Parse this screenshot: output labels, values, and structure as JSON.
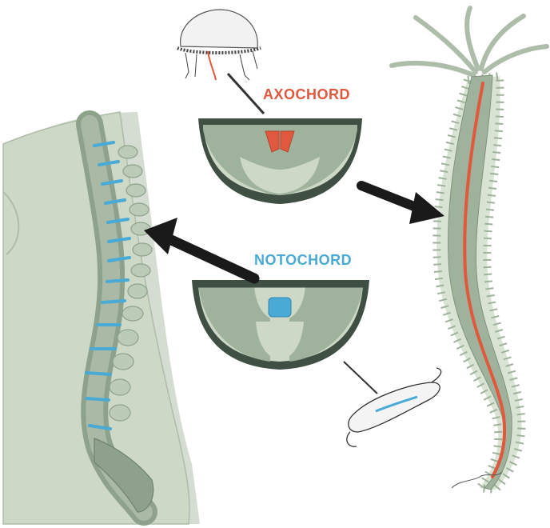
{
  "labels": {
    "axochord": "AXOCHORD",
    "notochord": "NOTOCHORD"
  },
  "colors": {
    "background": "#ffffff",
    "tissue_light": "#cdd8c7",
    "tissue_mid": "#9fb29b",
    "tissue_dark": "#3f4f43",
    "axochord": "#e0583e",
    "notochord": "#4aaad6",
    "arrow": "#1a1a1a"
  },
  "icons": {
    "jellyfish_larva": "annelid-larva-illustration",
    "amphioxus_embryo": "chordate-embryo-illustration",
    "human_spine": "human-torso-spine-illustration",
    "annelid_worm": "annelid-worm-illustration"
  }
}
